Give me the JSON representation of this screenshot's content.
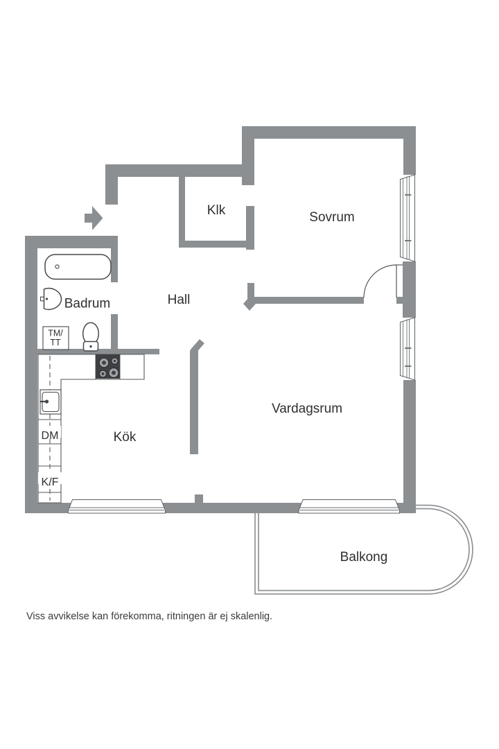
{
  "rooms": {
    "sovrum": {
      "label": "Sovrum"
    },
    "klk": {
      "label": "Klk"
    },
    "hall": {
      "label": "Hall"
    },
    "badrum": {
      "label": "Badrum"
    },
    "kok": {
      "label": "Kök"
    },
    "vardagsrum": {
      "label": "Vardagsrum"
    },
    "balkong": {
      "label": "Balkong"
    }
  },
  "appliances": {
    "washer_dryer": {
      "line1": "TM/",
      "line2": "TT"
    },
    "dishwasher": {
      "label": "DM"
    },
    "fridge_freezer": {
      "label": "K/F"
    }
  },
  "fixtures": {
    "icons": [
      "entrance-arrow-icon",
      "bathtub-icon",
      "washbasin-icon",
      "toilet-icon",
      "stove-hob-icon",
      "kitchen-sink-icon",
      "window-icon",
      "door-swing-icon"
    ]
  },
  "footer": {
    "disclaimer": "Viss avvikelse kan förekomma, ritningen är ej skalenlig."
  },
  "colors": {
    "wall": "#8b8f92",
    "fixture_outline": "#45484b",
    "window_line": "#5c6063",
    "text": "#2f2f2f",
    "background": "#ffffff"
  }
}
